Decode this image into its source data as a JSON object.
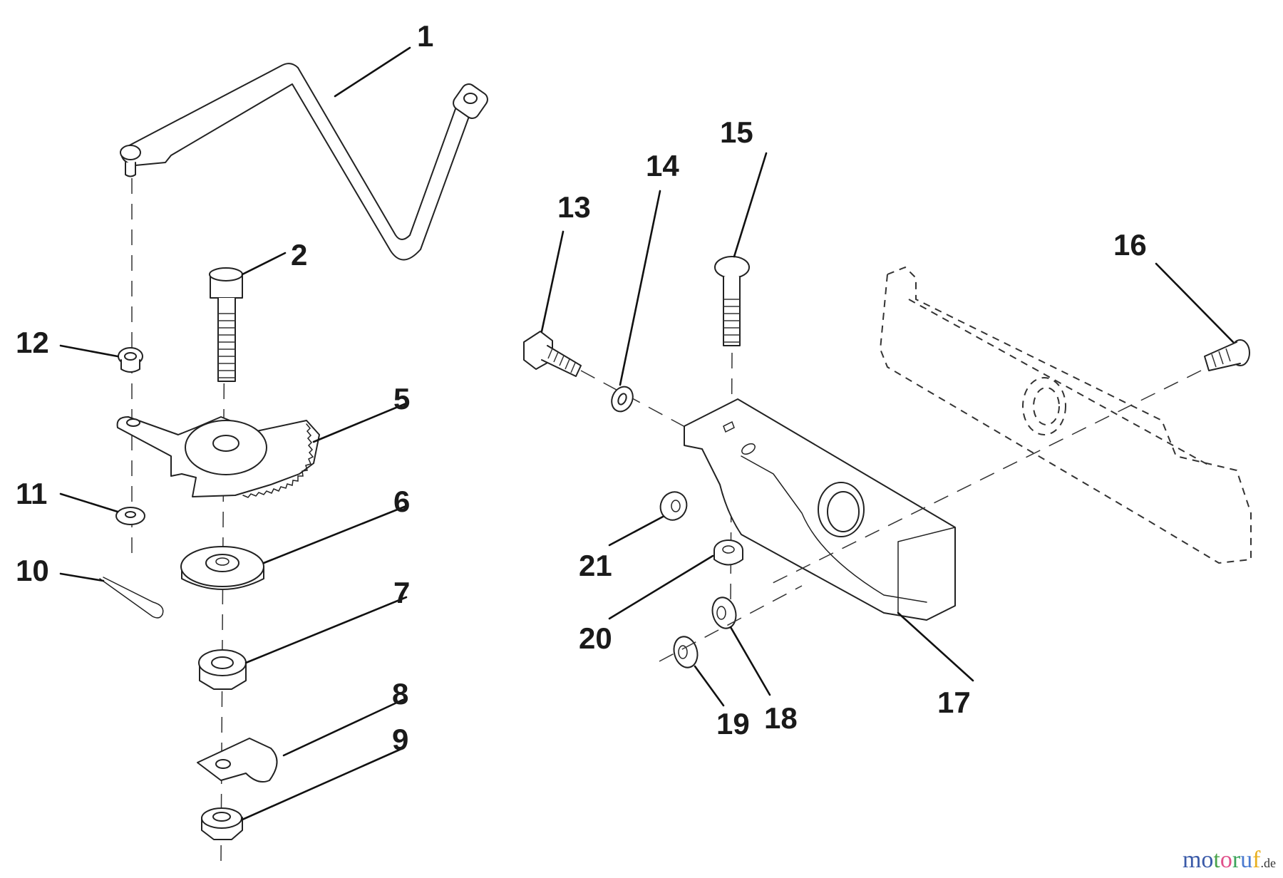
{
  "diagram": {
    "type": "exploded-parts-diagram",
    "callouts": [
      {
        "id": "1",
        "label": "1"
      },
      {
        "id": "2",
        "label": "2"
      },
      {
        "id": "5",
        "label": "5"
      },
      {
        "id": "6",
        "label": "6"
      },
      {
        "id": "7",
        "label": "7"
      },
      {
        "id": "8",
        "label": "8"
      },
      {
        "id": "9",
        "label": "9"
      },
      {
        "id": "10",
        "label": "10"
      },
      {
        "id": "11",
        "label": "11"
      },
      {
        "id": "12",
        "label": "12"
      },
      {
        "id": "13",
        "label": "13"
      },
      {
        "id": "14",
        "label": "14"
      },
      {
        "id": "15",
        "label": "15"
      },
      {
        "id": "16",
        "label": "16"
      },
      {
        "id": "17",
        "label": "17"
      },
      {
        "id": "18",
        "label": "18"
      },
      {
        "id": "19",
        "label": "19"
      },
      {
        "id": "20",
        "label": "20"
      },
      {
        "id": "21",
        "label": "21"
      }
    ]
  },
  "watermark": {
    "letters": [
      {
        "char": "m",
        "color": "#3a5aa8"
      },
      {
        "char": "o",
        "color": "#3a5aa8"
      },
      {
        "char": "t",
        "color": "#4aa34a"
      },
      {
        "char": "o",
        "color": "#e0508a"
      },
      {
        "char": "r",
        "color": "#3aa35a"
      },
      {
        "char": "u",
        "color": "#4a7ad0"
      },
      {
        "char": "f",
        "color": "#e8b020"
      }
    ],
    "tld": ".de"
  }
}
